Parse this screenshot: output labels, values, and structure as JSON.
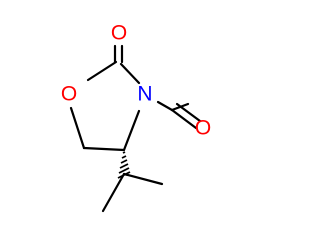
{
  "molecule": {
    "atoms": [
      {
        "id": "O_carbonyl",
        "label": "O",
        "color": "#ff0000"
      },
      {
        "id": "O_ring",
        "label": "O",
        "color": "#ff0000"
      },
      {
        "id": "N_ring",
        "label": "N",
        "color": "#0000ff"
      },
      {
        "id": "O_formyl",
        "label": "O",
        "color": "#ff0000"
      }
    ],
    "bond_color": "#000000",
    "stereo": "wedge-hashed"
  }
}
